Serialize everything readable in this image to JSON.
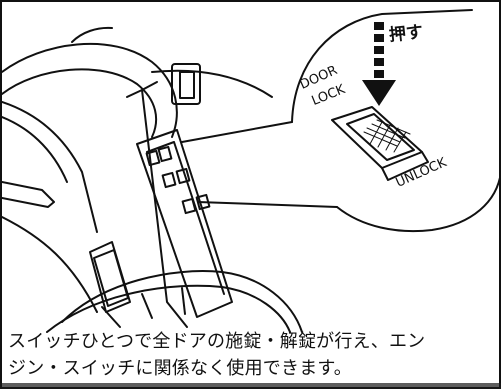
{
  "callout": {
    "push_label": "押す",
    "door_label": "DOOR",
    "lock_label": "LOCK",
    "unlock_label": "UNLOCK"
  },
  "caption": {
    "line1": "スイッチひとつで全ドアの施錠・解錠が行え、エン",
    "line2": "ジン・スイッチに関係なく使用できます。"
  }
}
